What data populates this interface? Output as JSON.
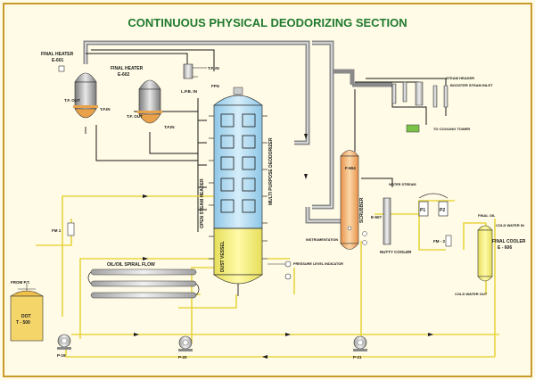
{
  "title": "CONTINUOUS PHYSICAL DEODORIZING SECTION",
  "heaters": {
    "e601_label_line1": "FINAL HEATER",
    "e601_label_line2": "E-601",
    "e602_label_line1": "FINAL HEATER",
    "e602_label_line2": "E-602",
    "tf_out": "T.F. OUT",
    "tf_in": "T.F.IN"
  },
  "top": {
    "tf_in": "T.F. IN",
    "lpb_in": "L.P.B. IN",
    "ffn": "FFN"
  },
  "steam": {
    "steam_header": "STEAM HEADER",
    "booster": "BOOSTER STEAM INLET",
    "to_cooling_tower": "TO COOLING TOWER"
  },
  "deodorizer": {
    "open_steam_header": "OPEN STEAM HEADER",
    "multi_purpose": "MULTI PURPOSE DEODORIZER",
    "dust_vessel": "DUST VESSEL",
    "pressure_level": "PRESSURE LEVEL INDICATOR"
  },
  "scrubber": {
    "tag": "F-604",
    "label": "SCRUBBER",
    "water_stream": "WATER STREAM",
    "tag_e607": "E-607",
    "nutty_cooler": "NUTTY COOLER",
    "instrument": "INSTRUMENTATION"
  },
  "filters": {
    "p1": "P1",
    "p2": "P2",
    "fm1": "FM 1",
    "fm2": "FM - 2"
  },
  "cooler": {
    "final_oil": "FINAL OIL",
    "cold_water_in": "COLD WATER IN",
    "label_line1": "FINAL COOLER",
    "label_line2": "E - 606",
    "cold_water_out": "COLD WATER OUT"
  },
  "spiral": {
    "label": "OIL/OIL SPIRAL FLOW"
  },
  "dot": {
    "from_pt": "FROM P.T.",
    "tag_line1": "DOT",
    "tag_line2": "T - 500"
  },
  "pumps": {
    "p1": "P-19",
    "p2": "P-20",
    "p3": "P-21"
  },
  "colors": {
    "title": "#1f7a2e",
    "frame": "#c89b2a",
    "column_top": "#a8d4ee",
    "column_bottom": "#f6f08a",
    "pipe_grey": "#9a9a9a",
    "pipe_yellow": "#f0e04a",
    "pipe_dark": "#1a1a1a"
  }
}
